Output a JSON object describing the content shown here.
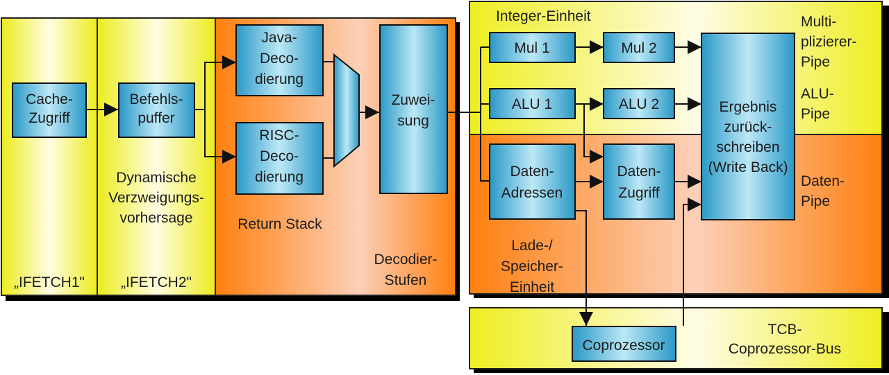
{
  "stages": {
    "ifetch1": {
      "title": "„IFETCH1\""
    },
    "ifetch2": {
      "title": "„IFETCH2\"",
      "note": [
        "Dynamische",
        "Verzweigungs-",
        "vorhersage"
      ]
    },
    "decode": {
      "title": [
        "Decodier-",
        "Stufen"
      ],
      "note": "Return Stack"
    }
  },
  "units": {
    "integer": {
      "title": "Integer-Einheit"
    },
    "mul_pipe": {
      "label": [
        "Multi-",
        "plizierer-",
        "Pipe"
      ]
    },
    "alu_pipe": {
      "label": [
        "ALU-",
        "Pipe"
      ]
    },
    "data_pipe": {
      "label": [
        "Daten-",
        "Pipe"
      ]
    },
    "load_store": {
      "label": [
        "Lade-/",
        "Speicher-",
        "Einheit"
      ]
    },
    "tcb": {
      "label": [
        "TCB-",
        "Coprozessor-Bus"
      ]
    }
  },
  "blocks": {
    "cache": [
      "Cache-",
      "Zugriff"
    ],
    "befehlspuffer": [
      "Befehls-",
      "puffer"
    ],
    "java": [
      "Java-",
      "Deco-",
      "dierung"
    ],
    "risc": [
      "RISC-",
      "Deco-",
      "dierung"
    ],
    "zuweisung": [
      "Zuwei-",
      "sung"
    ],
    "mul1": [
      "Mul 1"
    ],
    "mul2": [
      "Mul 2"
    ],
    "alu1": [
      "ALU 1"
    ],
    "alu2": [
      "ALU 2"
    ],
    "daten_adressen": [
      "Daten-",
      "Adressen"
    ],
    "daten_zugriff": [
      "Daten-",
      "Zugriff"
    ],
    "writeback": [
      "Ergebnis",
      "zurück-",
      "schreiben",
      "(Write Back)"
    ],
    "coprozessor": [
      "Coprozessor"
    ]
  },
  "colors": {
    "yellow": "#eeee22",
    "yellow_light": "#fffde0",
    "orange": "#ff8010",
    "orange_light": "#fcd0b8",
    "block_dark": "#2a9ac8",
    "block_light": "#b8e6f4",
    "stroke": "#111111"
  }
}
